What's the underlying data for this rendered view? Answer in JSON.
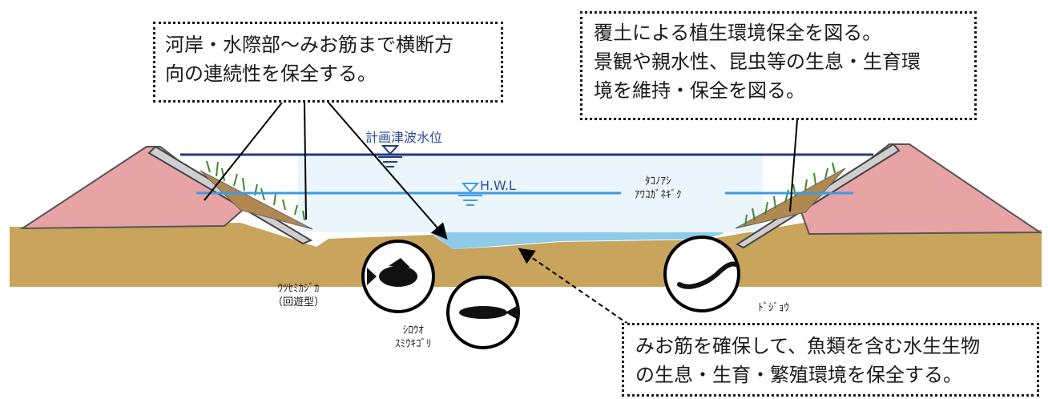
{
  "callouts": {
    "left": [
      "河岸・水際部～みお筋まで横断方",
      "向の連続性を保全する。"
    ],
    "right": [
      "覆土による植生環境保全を図る。",
      "景観や親水性、昆虫等の生息・生育環",
      "境を維持・保全を図る。"
    ],
    "bottom": [
      "みお筋を確保して、魚類を含む水生生物",
      "の生息・生育・繁殖環境を保全する。"
    ]
  },
  "water_levels": {
    "tsunami": "計画津波水位",
    "hwl": "H.W.L"
  },
  "vegetation_label": [
    "ﾀｺﾉｱｼ",
    "ｱﾜｺｶﾞﾈｷﾞｸ"
  ],
  "species": {
    "goby": [
      "ｳﾂｾﾐｶｼﾞｶ",
      "（回遊型）"
    ],
    "icefish": [
      "ｼﾛｳｵ",
      "ｽﾐｳｷｺﾞﾘ"
    ],
    "loach": "ﾄﾞｼﾞｮｳ"
  },
  "icons": [
    "rockfish-icon",
    "icefish-icon",
    "loach-icon",
    "water-level-marker-icon",
    "grass-icon"
  ],
  "colors": {
    "levee": "#e8a3a5",
    "soil": "#c8a45c",
    "water": "#8ecbe8",
    "tsunami_line": "#253a80",
    "hwl_line": "#3f9be0"
  }
}
